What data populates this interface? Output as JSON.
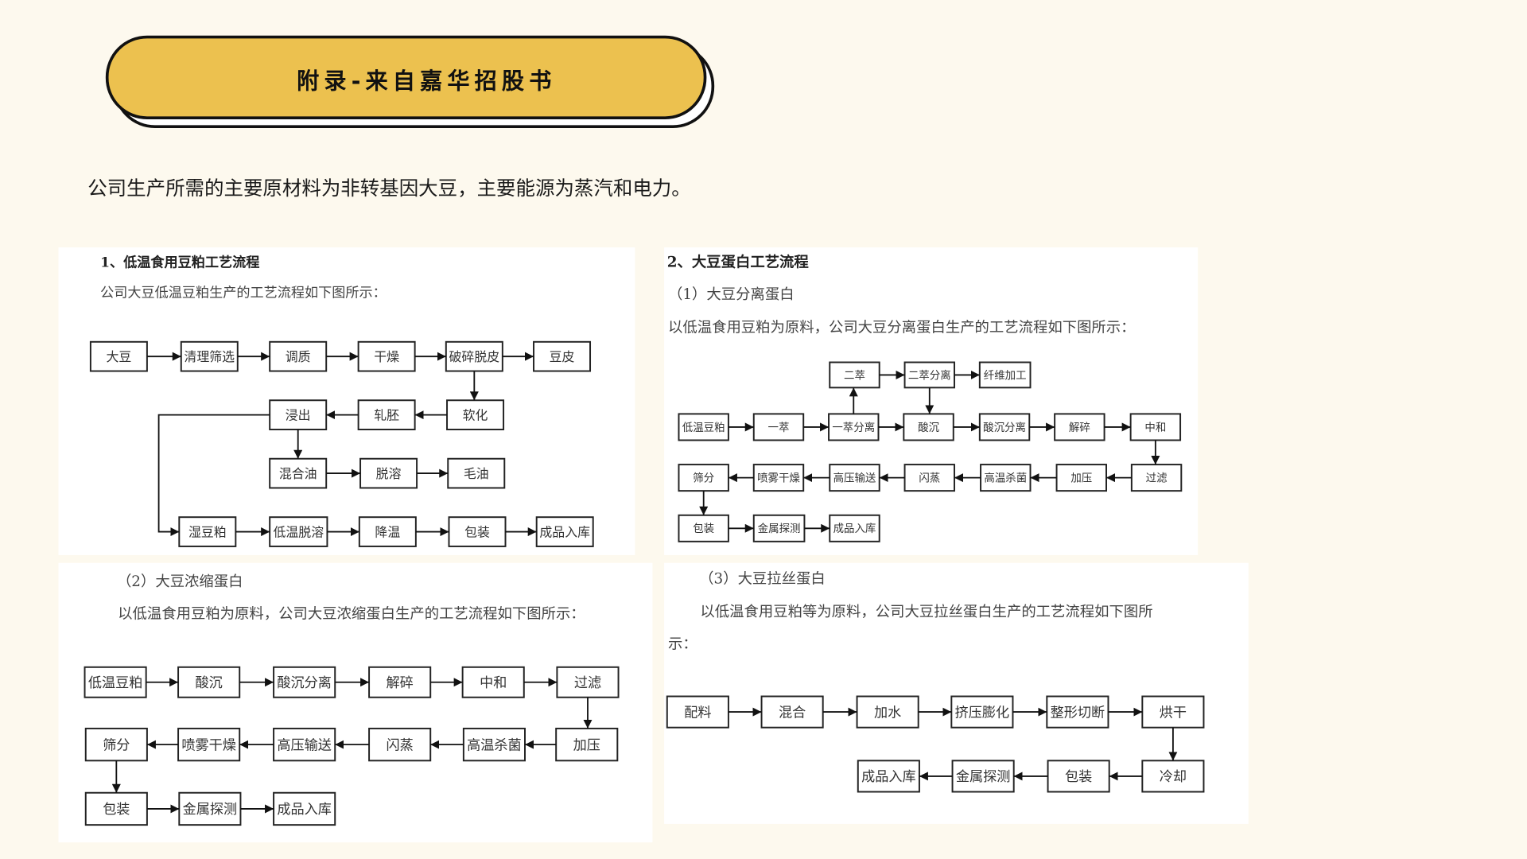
{
  "header": {
    "title": "附录-来自嘉华招股书",
    "accent_color": "#ecc14f"
  },
  "intro": "公司生产所需的主要原材料为非转基因大豆，主要能源为蒸汽和电力。",
  "panels": [
    {
      "title": "1、低温食用豆粕工艺流程",
      "description": "公司大豆低温豆粕生产的工艺流程如下图所示：",
      "nodes": [
        "大豆",
        "清理筛选",
        "调质",
        "干燥",
        "破碎脱皮",
        "豆皮",
        "浸出",
        "轧胚",
        "软化",
        "混合油",
        "脱溶",
        "毛油",
        "湿豆粕",
        "低温脱溶",
        "降温",
        "包装",
        "成品入库"
      ]
    },
    {
      "title": "2、大豆蛋白工艺流程",
      "subtitle": "（1）大豆分离蛋白",
      "description": "以低温食用豆粕为原料，公司大豆分离蛋白生产的工艺流程如下图所示：",
      "nodes": [
        "二萃",
        "二萃分离",
        "纤维加工",
        "低温豆粕",
        "一萃",
        "一萃分离",
        "酸沉",
        "酸沉分离",
        "解碎",
        "中和",
        "筛分",
        "喷雾干燥",
        "高压输送",
        "闪蒸",
        "高温杀菌",
        "加压",
        "过滤",
        "包装",
        "金属探测",
        "成品入库"
      ]
    },
    {
      "subtitle": "（2）大豆浓缩蛋白",
      "description": "以低温食用豆粕为原料，公司大豆浓缩蛋白生产的工艺流程如下图所示：",
      "nodes": [
        "低温豆粕",
        "酸沉",
        "酸沉分离",
        "解碎",
        "中和",
        "过滤",
        "筛分",
        "喷雾干燥",
        "高压输送",
        "闪蒸",
        "高温杀菌",
        "加压",
        "包装",
        "金属探测",
        "成品入库"
      ]
    },
    {
      "subtitle": "（3）大豆拉丝蛋白",
      "description": "以低温食用豆粕等为原料，公司大豆拉丝蛋白生产的工艺流程如下图所",
      "description_line2": "示：",
      "nodes": [
        "配料",
        "混合",
        "加水",
        "挤压膨化",
        "整形切断",
        "烘干",
        "成品入库",
        "金属探测",
        "包装",
        "冷却"
      ]
    }
  ]
}
